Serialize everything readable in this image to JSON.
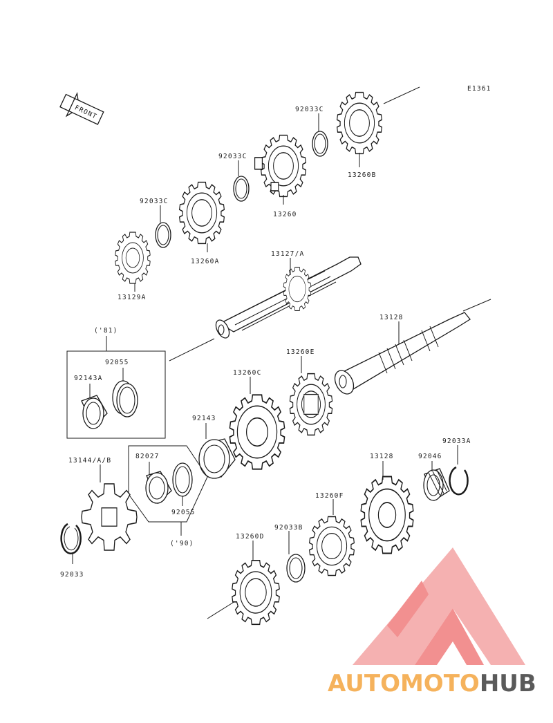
{
  "diagram_code": "E1361",
  "front_label": "FRONT",
  "parts": [
    {
      "id": "p-92033c-a",
      "label": "92033C"
    },
    {
      "id": "p-13260b",
      "label": "13260B"
    },
    {
      "id": "p-92033c-b",
      "label": "92033C"
    },
    {
      "id": "p-13260",
      "label": "13260"
    },
    {
      "id": "p-92033c-c",
      "label": "92033C"
    },
    {
      "id": "p-13260a",
      "label": "13260A"
    },
    {
      "id": "p-13129a",
      "label": "13129A"
    },
    {
      "id": "p-13127a",
      "label": "13127/A"
    },
    {
      "id": "p-13128-top",
      "label": "13128"
    },
    {
      "id": "p-13260e",
      "label": "13260E"
    },
    {
      "id": "p-13260c",
      "label": "13260C"
    },
    {
      "id": "p-92143",
      "label": "92143"
    },
    {
      "id": "p-92055-a",
      "label": "92055"
    },
    {
      "id": "p-92143a",
      "label": "92143A"
    },
    {
      "id": "p-82027",
      "label": "82027"
    },
    {
      "id": "p-92055-b",
      "label": "92055"
    },
    {
      "id": "p-13144",
      "label": "13144/A/B"
    },
    {
      "id": "p-92033",
      "label": "92033"
    },
    {
      "id": "p-13128-bot",
      "label": "13128"
    },
    {
      "id": "p-92046",
      "label": "92046"
    },
    {
      "id": "p-92033a",
      "label": "92033A"
    },
    {
      "id": "p-13260f",
      "label": "13260F"
    },
    {
      "id": "p-92033b",
      "label": "92033B"
    },
    {
      "id": "p-13260d",
      "label": "13260D"
    }
  ],
  "notes": {
    "year_81": "('81)",
    "year_90": "('90)"
  },
  "watermark": {
    "part1": "AUTOMOTO",
    "part2": "HUB"
  },
  "colors": {
    "line": "#1a1a1a",
    "logo_light": "#f4a4a4",
    "logo_dark": "#f07d7d",
    "brand_orange": "#f5b25c",
    "brand_red": "#f08a8a",
    "brand_gray": "#5a5a5a"
  }
}
